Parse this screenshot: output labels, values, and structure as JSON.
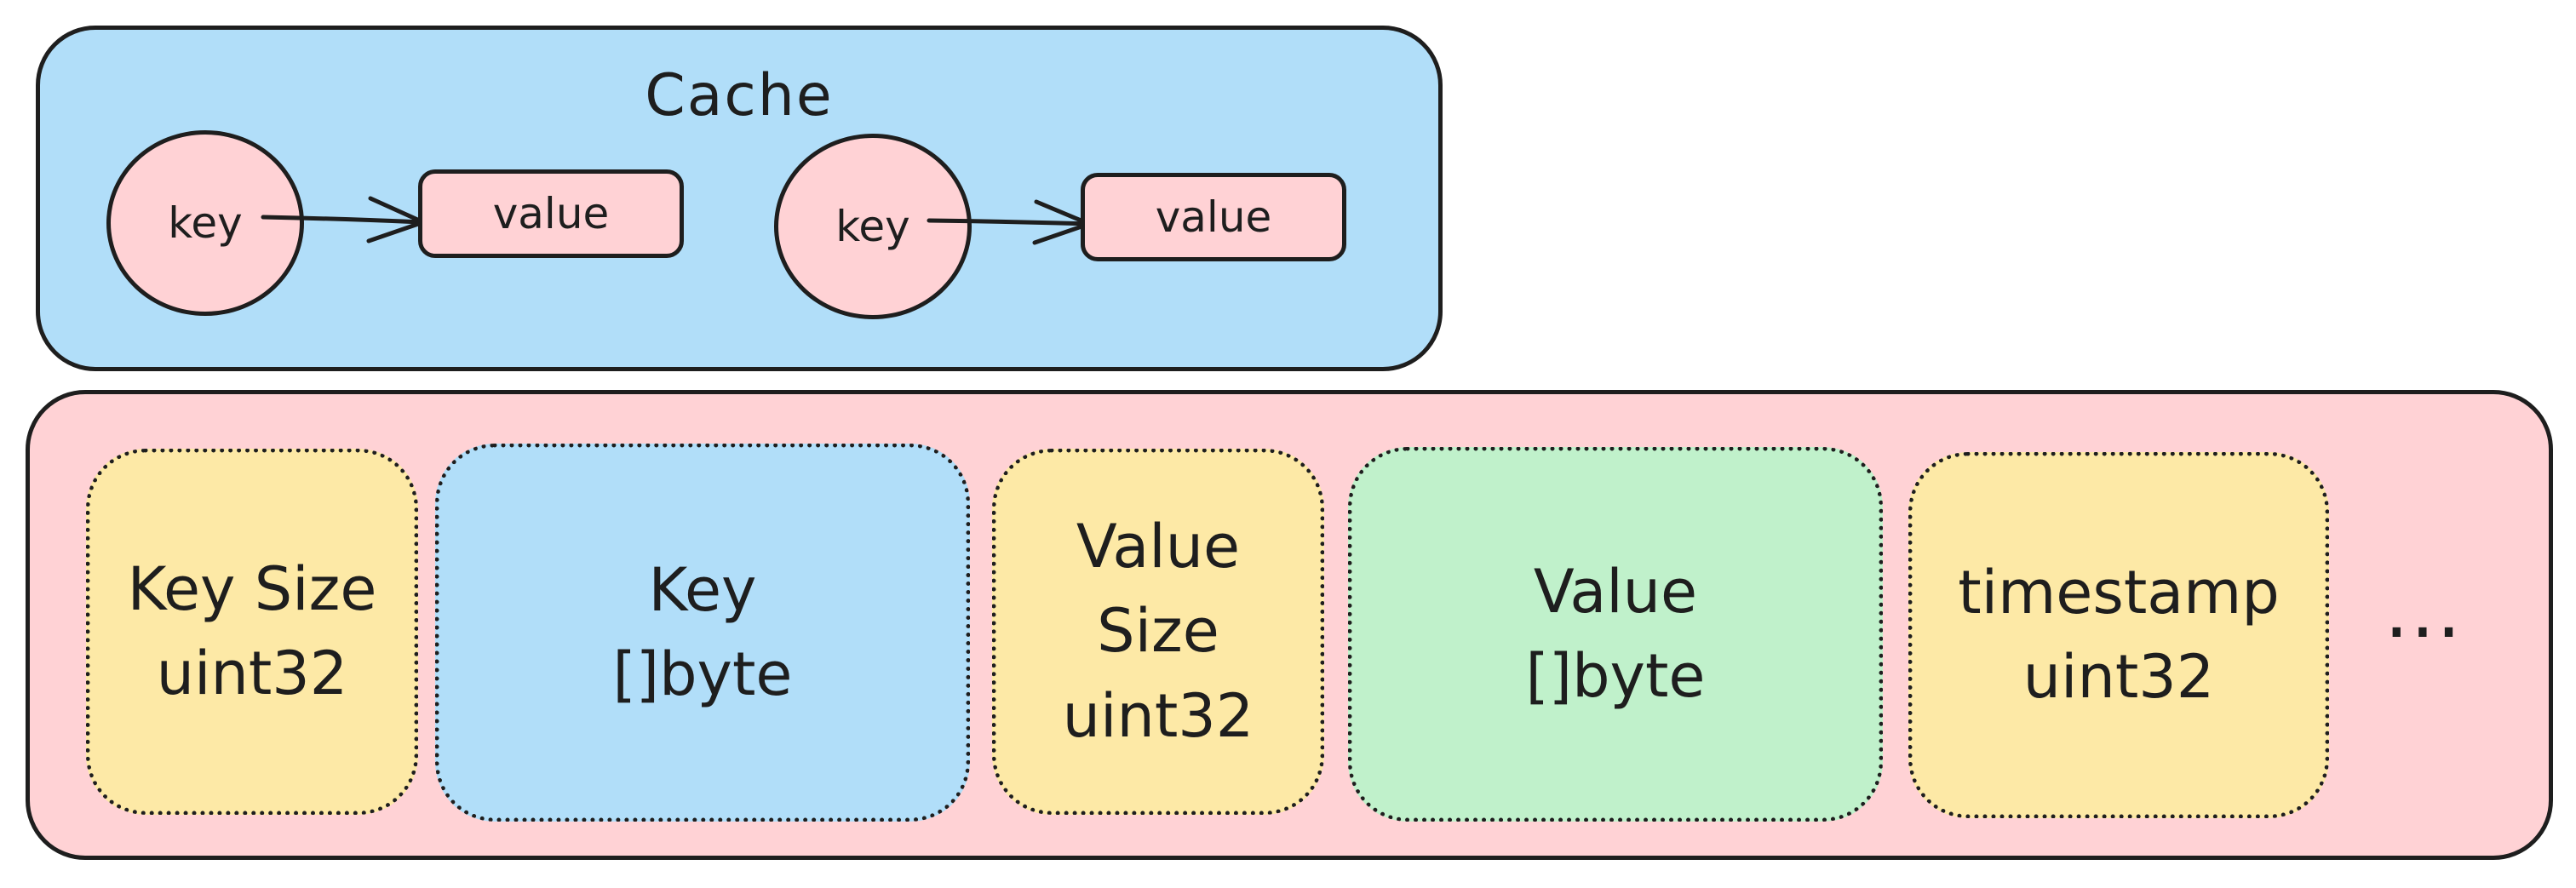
{
  "colors": {
    "cache_bg": "#b1def9",
    "record_bg": "#ffd2d5",
    "node_fill": "#ffd2d5",
    "field_yellow": "#fde9a6",
    "field_blue": "#b1def9",
    "field_green": "#c0f1cb",
    "stroke": "#1e1e1e"
  },
  "cache": {
    "title": "Cache",
    "pairs": [
      {
        "key": "key",
        "value": "value"
      },
      {
        "key": "key",
        "value": "value"
      }
    ]
  },
  "record": {
    "fields": [
      {
        "lines": [
          "Key Size",
          "uint32"
        ],
        "color": "#fde9a6"
      },
      {
        "lines": [
          "Key",
          "[]byte"
        ],
        "color": "#b1def9"
      },
      {
        "lines": [
          "Value",
          "Size",
          "uint32"
        ],
        "color": "#fde9a6"
      },
      {
        "lines": [
          "Value",
          "[]byte"
        ],
        "color": "#c0f1cb"
      },
      {
        "lines": [
          "timestamp",
          "uint32"
        ],
        "color": "#fde9a6"
      }
    ],
    "more": "..."
  }
}
